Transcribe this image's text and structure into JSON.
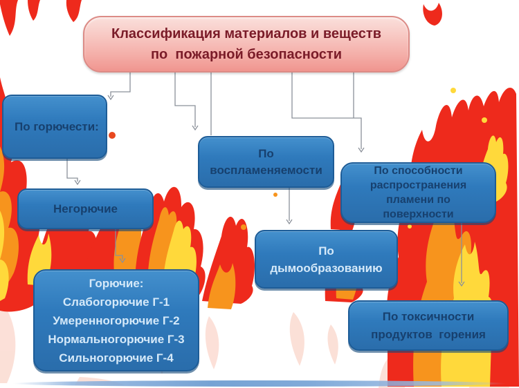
{
  "title": {
    "line1": "Классификация материалов и веществ",
    "line2": "по  пожарной безопасности"
  },
  "boxes": {
    "flammability_category": {
      "label": "По горючести:"
    },
    "non_combustible": {
      "label": "Негорючие"
    },
    "combustible": {
      "title": "Горючие:",
      "items": [
        "Слабогорючие Г-1",
        "Умеренногорючие Г-2",
        "Нормальногорючие Г-3",
        "Сильногорючие Г-4"
      ]
    },
    "ignitability": {
      "line1": "По",
      "line2": "воспламеняемости"
    },
    "flame_spread": {
      "lines": [
        "По способности",
        "распространения",
        "пламени по",
        "поверхности"
      ]
    },
    "smoke_formation": {
      "line1": "По",
      "line2": "дымообразованию"
    },
    "toxicity": {
      "line1": "По токсичности",
      "line2": "продуктов  горения"
    }
  },
  "colors": {
    "title_text": "#7a1b28",
    "title_border": "#dc8b86",
    "box_border": "#1d5c97",
    "box_text_dark": "#17406e",
    "box_text_light": "#d5e9f9",
    "connector": "#8a9099",
    "flame_red": "#ee2a1c",
    "flame_orange": "#f7941d",
    "flame_yellow": "#ffd93b",
    "reflection_pink": "#f5a78f",
    "bottom_bar_blue": "#5e92cc"
  }
}
